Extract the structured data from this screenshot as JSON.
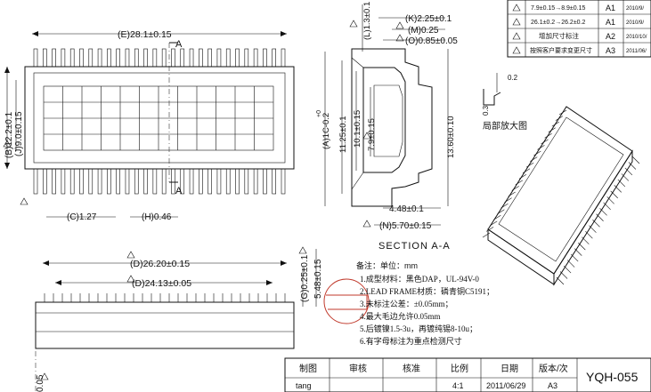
{
  "top_view": {
    "dims": {
      "E": "(E)28.1±0.15",
      "B": "(B)12.2±0.1",
      "J": "(J)9.0±0.15",
      "C": "(C)1.27",
      "H": "(H)0.46"
    },
    "section_marker": "A"
  },
  "section": {
    "dims": {
      "L": "(L)1.3±0.1",
      "K": "(K)2.25±0.1",
      "M": "(M)0.25",
      "O": "(O)0.85±0.05",
      "A": "(A)1C-0.2",
      "A_tol": "+0",
      "d1125": "11.25±0.1",
      "d1015": "10.1±0.15",
      "d79": "7.9±0.15",
      "d136": "13.60±0.10",
      "d448": "4.48±0.1",
      "N": "(N)5.70±0.15"
    },
    "title": "SECTION A-A"
  },
  "detail": {
    "d02": "0.2",
    "d03": "0.3",
    "label": "局部放大图"
  },
  "side_view": {
    "dims": {
      "D": "(D)26.20±0.15",
      "D2": "(D)24.13±0.05",
      "G": "(G)0.25±0.1",
      "d548": "5.48±0.15",
      "bottom": "0.05"
    }
  },
  "notes": {
    "title": "备注：单位：mm",
    "items": [
      "1.成型材料：黑色DAP，UL-94V-0",
      "2.LEAD FRAME材质：磷青铜C5191；",
      "3.未标注公差：±0.05mm；",
      "4.最大毛边允许0.05mm",
      "5.后镀镍1.5-3u，再镀纯锡8-10u；",
      "6.有字母标注为重点检测尺寸"
    ]
  },
  "revisions": {
    "rows": [
      {
        "desc": "7.9±0.15→8.9±0.15",
        "ver": "A1",
        "date": "2010/9/"
      },
      {
        "desc": "26.1±0.2→26.2±0.2",
        "ver": "A1",
        "date": "2010/9/"
      },
      {
        "desc": "增加尺寸标注",
        "ver": "A2",
        "date": "2010/10/"
      },
      {
        "desc": "按照客户要求变更尺寸",
        "ver": "A3",
        "date": "2011/06/"
      }
    ]
  },
  "title_block": {
    "headers": [
      "制图",
      "审核",
      "核准",
      "比例",
      "日期",
      "版本/次"
    ],
    "values": [
      "tang",
      "",
      "",
      "4:1",
      "2011/06/29",
      "A3"
    ],
    "part_number": "YQH-055"
  }
}
